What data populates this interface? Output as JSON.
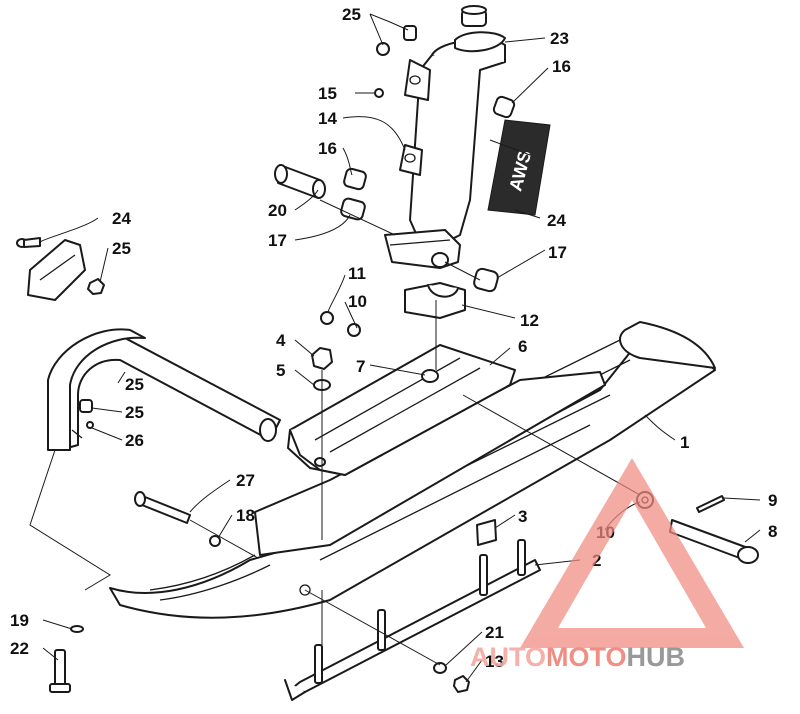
{
  "callouts": [
    {
      "id": "c1",
      "label": "1"
    },
    {
      "id": "c2",
      "label": "2"
    },
    {
      "id": "c3",
      "label": "3"
    },
    {
      "id": "c4",
      "label": "4"
    },
    {
      "id": "c5",
      "label": "5"
    },
    {
      "id": "c6",
      "label": "6"
    },
    {
      "id": "c7",
      "label": "7"
    },
    {
      "id": "c8",
      "label": "8"
    },
    {
      "id": "c9",
      "label": "9"
    },
    {
      "id": "c10a",
      "label": "10"
    },
    {
      "id": "c10b",
      "label": "10"
    },
    {
      "id": "c11",
      "label": "11"
    },
    {
      "id": "c12",
      "label": "12"
    },
    {
      "id": "c13",
      "label": "13"
    },
    {
      "id": "c14",
      "label": "14"
    },
    {
      "id": "c15",
      "label": "15"
    },
    {
      "id": "c16a",
      "label": "16"
    },
    {
      "id": "c16b",
      "label": "16"
    },
    {
      "id": "c17a",
      "label": "17"
    },
    {
      "id": "c17b",
      "label": "17"
    },
    {
      "id": "c18",
      "label": "18"
    },
    {
      "id": "c19",
      "label": "19"
    },
    {
      "id": "c20",
      "label": "20"
    },
    {
      "id": "c21",
      "label": "21"
    },
    {
      "id": "c22",
      "label": "22"
    },
    {
      "id": "c23",
      "label": "23"
    },
    {
      "id": "c24a",
      "label": "24"
    },
    {
      "id": "c24b",
      "label": "24"
    },
    {
      "id": "c25a",
      "label": "25"
    },
    {
      "id": "c25b",
      "label": "25"
    },
    {
      "id": "c25c",
      "label": "25"
    },
    {
      "id": "c25d",
      "label": "25"
    },
    {
      "id": "c26",
      "label": "26"
    },
    {
      "id": "c27",
      "label": "27"
    }
  ],
  "decal_text": "AWS",
  "watermark": {
    "part1": "AUTO",
    "part2": "MOTO",
    "part3": "HUB",
    "color_auto": "#f3a8a0",
    "color_moto": "#ee8277",
    "color_hub": "#8f8f8f",
    "triangle_color": "#f08a80"
  }
}
